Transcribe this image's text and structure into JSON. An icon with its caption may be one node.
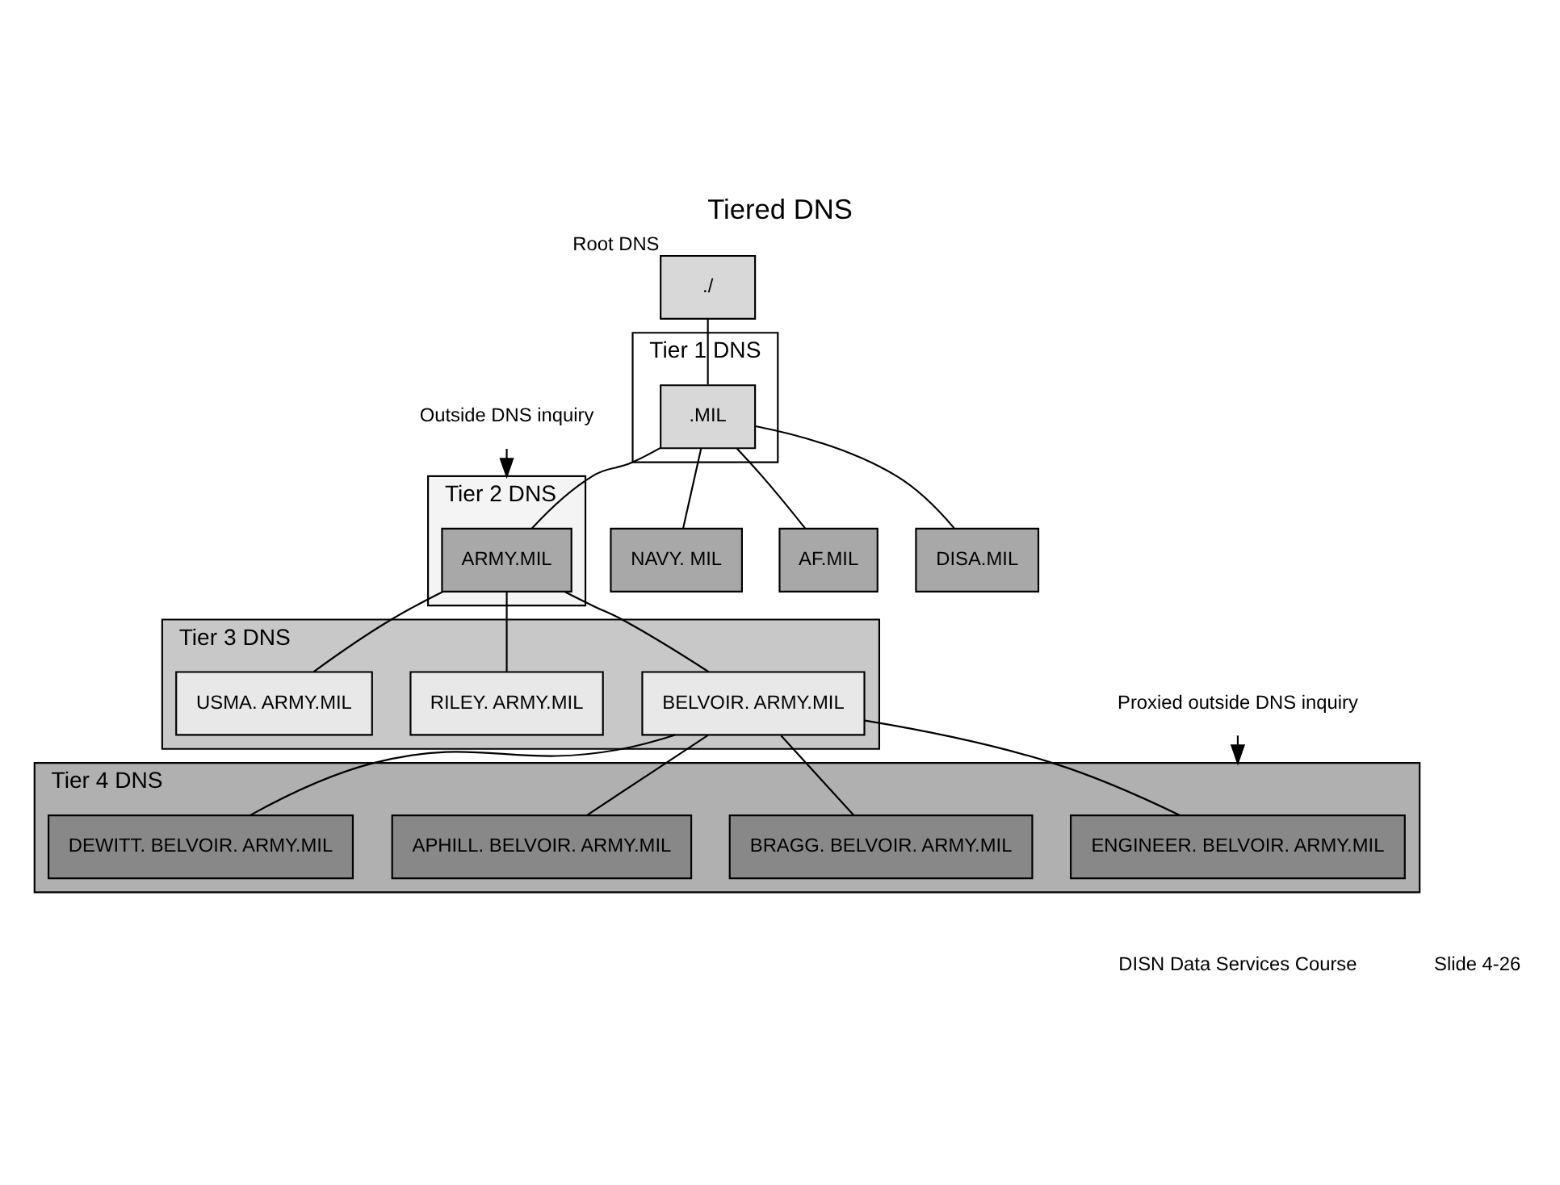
{
  "diagram": {
    "title": "Tiered DNS",
    "nodes": [
      {
        "text": [
          "./"
        ],
        "beside": [
          "Root DNS"
        ]
      },
      {
        "text": [
          "Tier 1 DNS"
        ]
      },
      {
        "text": [
          ".MIL"
        ],
        "in": 1
      },
      {
        "text": [
          "Tier 2 DNS"
        ]
      },
      {
        "text": [
          "ARMY.MIL"
        ],
        "in": 3
      },
      {
        "text": [
          "NAVY. MIL"
        ]
      },
      {
        "text": [
          "AF.MIL"
        ]
      },
      {
        "text": [
          "DISA.MIL"
        ]
      },
      {
        "text": [
          "Tier 3 DNS"
        ]
      },
      {
        "text": [
          "BELVOIR. ARMY.MIL"
        ],
        "in": 8
      },
      {
        "text": [
          "RILEY. ARMY.MIL"
        ],
        "in": 8
      },
      {
        "text": [
          "USMA. ARMY.MIL"
        ],
        "in": 8
      },
      {
        "text": [
          "Tier 4 DNS"
        ]
      },
      {
        "text": [
          "ENGINEER. BELVOIR. ARMY.MIL"
        ],
        "in": 12
      },
      {
        "text": [
          "BRAGG. BELVOIR. ARMY.MIL"
        ],
        "in": 12
      },
      {
        "text": [
          "APHILL. BELVOIR. ARMY.MIL"
        ],
        "in": 12
      },
      {
        "text": [
          "DEWITT. BELVOIR. ARMY.MIL"
        ],
        "in": 12
      },
      {
        "text": [
          "Outside DNS inquiry"
        ]
      },
      {
        "text": [
          "Proxied outside DNS inquiry"
        ]
      }
    ],
    "edges": [
      {
        "from": 0,
        "to": 2,
        "arrow": "none"
      },
      {
        "from": 2,
        "to": 4,
        "arrow": "none"
      },
      {
        "from": 2,
        "to": 5,
        "arrow": "none"
      },
      {
        "from": 2,
        "to": 6,
        "arrow": "none"
      },
      {
        "from": 2,
        "to": 7,
        "arrow": "none"
      },
      {
        "from": 4,
        "to": 9,
        "arrow": "none"
      },
      {
        "from": 4,
        "to": 10,
        "arrow": "none"
      },
      {
        "from": 4,
        "to": 11,
        "arrow": "none"
      },
      {
        "from": 9,
        "to": 13,
        "arrow": "none"
      },
      {
        "from": 9,
        "to": 14,
        "arrow": "none"
      },
      {
        "from": 9,
        "to": 15,
        "arrow": "none"
      },
      {
        "from": 9,
        "to": 16,
        "arrow": "none"
      },
      {
        "from": 17,
        "to": 3,
        "arrow": "to"
      },
      {
        "from": 18,
        "to": 12,
        "arrow": "to"
      }
    ],
    "labels": [
      "DISN Data Services Course",
      "Slide 4-26"
    ]
  }
}
